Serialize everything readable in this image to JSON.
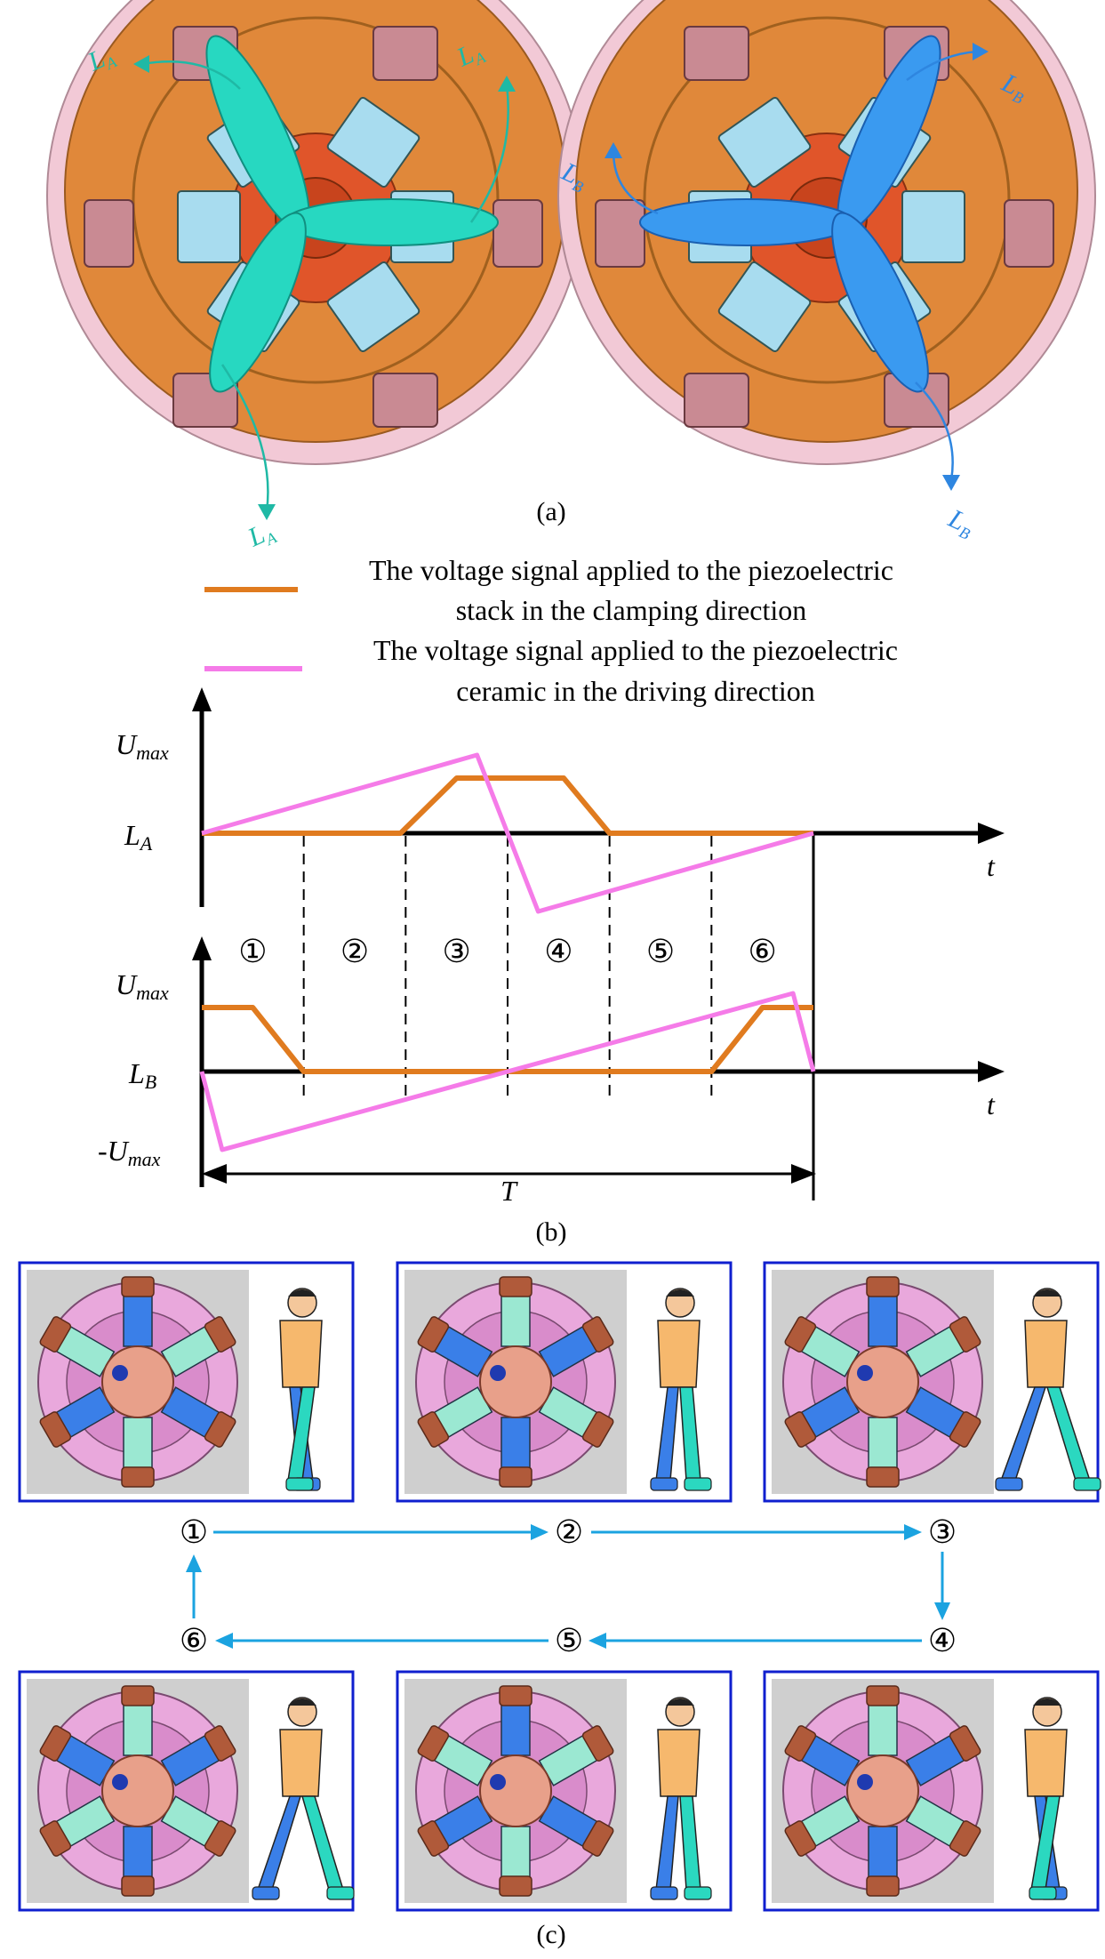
{
  "panel_a": {
    "caption": "(a)",
    "left_labels": {
      "main": "L",
      "sub": "A"
    },
    "right_labels": {
      "main": "L",
      "sub": "B"
    },
    "colors": {
      "base_orange": "#e0883a",
      "flange_pink": "#f2c9d6",
      "hub_red": "#e0552a",
      "block_blue": "#a8dcef",
      "arm_cyan": "#27d8c1",
      "arm_blue": "#3a9af0",
      "terminal_pink": "#c98a93"
    }
  },
  "legend": {
    "clamp_line1": "The voltage signal applied to the piezoelectric",
    "clamp_line2": "stack in the clamping direction",
    "drive_line1": "The voltage signal applied to the piezoelectric",
    "drive_line2": "ceramic in the driving direction",
    "clamp_color": "#e07b1f",
    "drive_color": "#f57be8"
  },
  "panel_b": {
    "caption": "(b)",
    "top_axis": {
      "umax_main": "U",
      "umax_sub": "max",
      "baseline_main": "L",
      "baseline_sub": "A",
      "t": "t"
    },
    "bottom_axis": {
      "umax_main": "U",
      "umax_sub": "max",
      "baseline_main": "L",
      "baseline_sub": "B",
      "neg_main": "-U",
      "neg_sub": "max",
      "t": "t"
    },
    "period_label": "T",
    "phases": [
      "①",
      "②",
      "③",
      "④",
      "⑤",
      "⑥"
    ],
    "signals": {
      "clamp_A": [
        [
          0,
          0
        ],
        [
          1.95,
          0
        ],
        [
          2.5,
          1
        ],
        [
          3.55,
          1
        ],
        [
          4,
          0
        ],
        [
          6,
          0
        ]
      ],
      "drive_A": [
        [
          0,
          0
        ],
        [
          2.7,
          1
        ],
        [
          3.3,
          -1
        ],
        [
          6,
          0
        ]
      ],
      "clamp_B": [
        [
          0,
          1
        ],
        [
          0.5,
          1
        ],
        [
          1,
          0
        ],
        [
          5,
          0
        ],
        [
          5.5,
          1
        ],
        [
          6,
          1
        ]
      ],
      "drive_B": [
        [
          0,
          0
        ],
        [
          0.2,
          -1
        ],
        [
          5.8,
          1
        ],
        [
          6,
          0
        ]
      ]
    }
  },
  "panel_c": {
    "caption": "(c)",
    "cycle": [
      {
        "step": "①",
        "row": "top"
      },
      {
        "step": "②",
        "row": "top"
      },
      {
        "step": "③",
        "row": "top"
      },
      {
        "step": "④",
        "row": "bottom"
      },
      {
        "step": "⑤",
        "row": "bottom"
      },
      {
        "step": "⑥",
        "row": "bottom"
      }
    ],
    "arrow_color": "#1ba3e0",
    "frame_color": "#0f1fcf",
    "colors": {
      "figure_skin": "#f4c79b",
      "figure_shirt": "#f6b86d",
      "leg_blue": "#3a7fe8",
      "leg_cyan": "#2bd8c0"
    }
  }
}
